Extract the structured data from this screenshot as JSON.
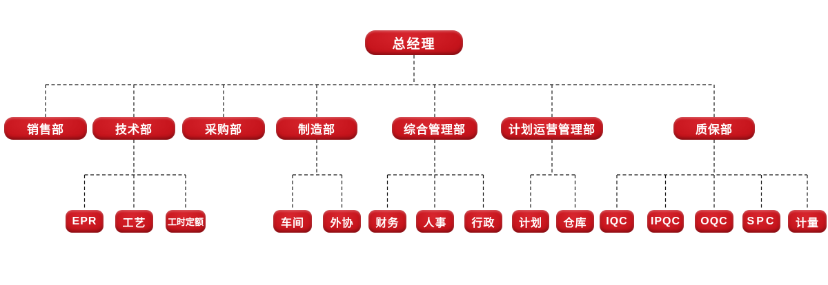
{
  "diagram_type": "org-chart",
  "colors": {
    "background": "#ffffff",
    "node_fill": "#c6141c",
    "node_fill_light": "#d8262e",
    "node_fill_dark": "#a30e15",
    "node_text": "#ffffff",
    "connector": "#161616"
  },
  "org": {
    "root": {
      "label": "总经理"
    },
    "departments": [
      {
        "label": "销售部",
        "children": []
      },
      {
        "label": "技术部",
        "children": [
          {
            "label": "EPR"
          },
          {
            "label": "工艺"
          },
          {
            "label": "工时定额"
          }
        ]
      },
      {
        "label": "采购部",
        "children": []
      },
      {
        "label": "制造部",
        "children": [
          {
            "label": "车间"
          },
          {
            "label": "外协"
          }
        ]
      },
      {
        "label": "综合管理部",
        "children": [
          {
            "label": "财务"
          },
          {
            "label": "人事"
          },
          {
            "label": "行政"
          }
        ]
      },
      {
        "label": "计划运营管理部",
        "children": [
          {
            "label": "计划"
          },
          {
            "label": "仓库"
          }
        ]
      },
      {
        "label": "质保部",
        "children": [
          {
            "label": "IQC"
          },
          {
            "label": "IPQC"
          },
          {
            "label": "OQC"
          },
          {
            "label": "SPC"
          },
          {
            "label": "计量"
          }
        ]
      }
    ]
  }
}
